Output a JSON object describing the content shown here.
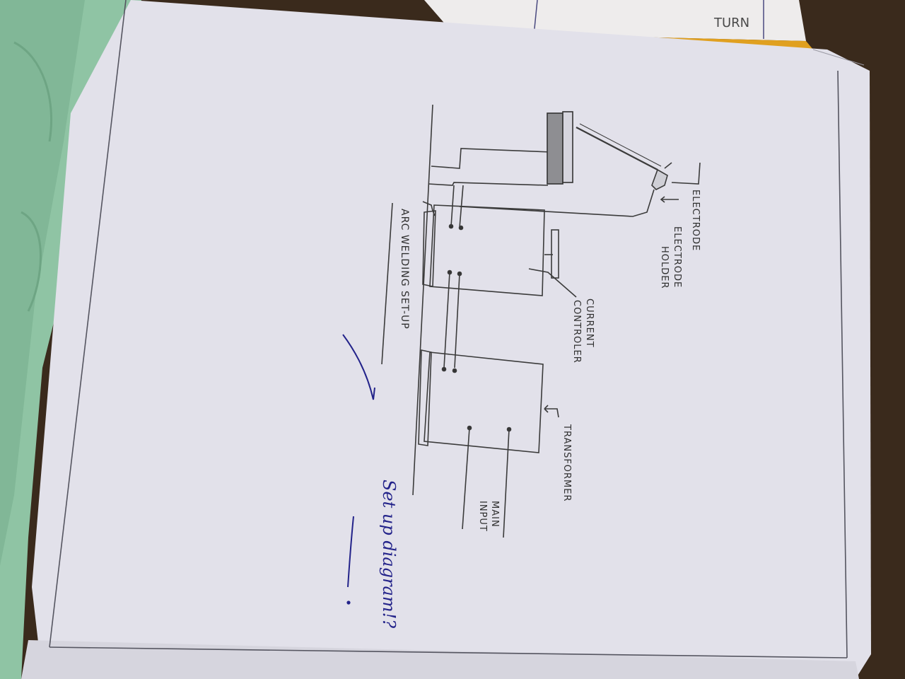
{
  "background_page": {
    "corner_text": "TURN"
  },
  "diagram": {
    "title": "ARC WELDING SET-UP",
    "labels": {
      "electrode": "ELECTRODE",
      "electrode_holder_line1": "ELECTRODE",
      "electrode_holder_line2": "HOLDER",
      "current_controller_line1": "CURRENT",
      "current_controller_line2": "CONTROLER",
      "transformer": "TRANSFORMER",
      "main_input_line1": "MAIN",
      "main_input_line2": "INPUT"
    }
  },
  "annotation": {
    "text": "Set up diagram!?"
  },
  "colors": {
    "paper": "#e2e1ea",
    "pencil": "#3b3b3b",
    "blue_ink": "#23238a",
    "cloth": "#8fc4a4",
    "desk": "#3a2a1c"
  }
}
